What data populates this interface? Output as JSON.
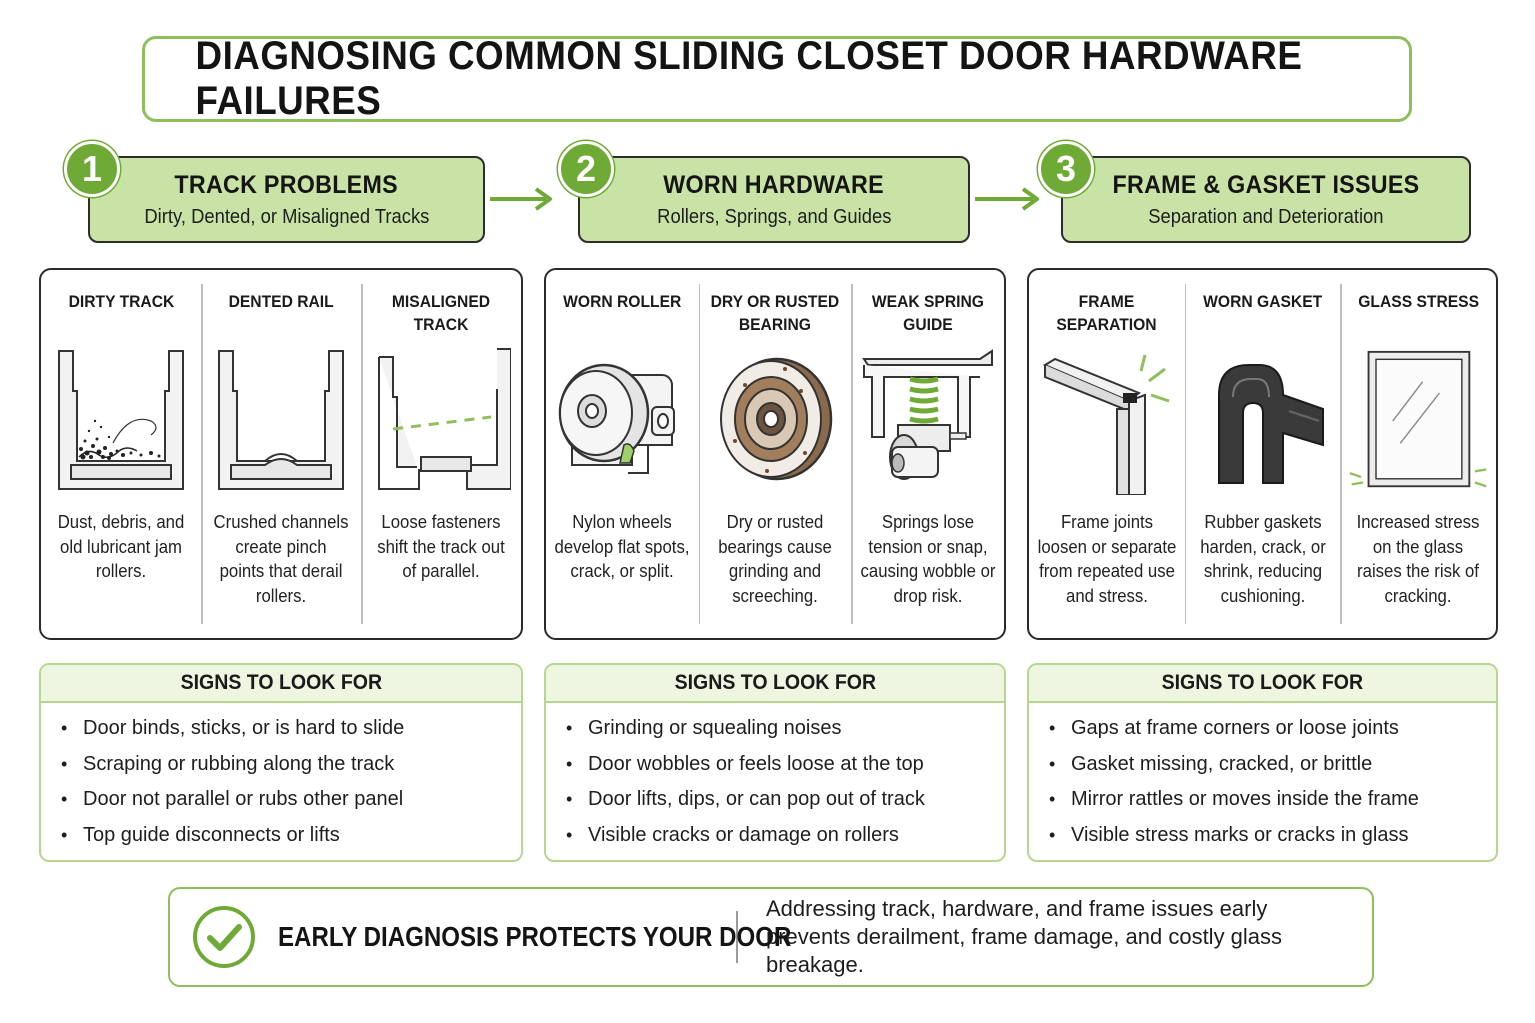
{
  "title": "DIAGNOSING COMMON SLIDING CLOSET DOOR HARDWARE FAILURES",
  "colors": {
    "accent_green": "#6faa36",
    "header_fill": "#c9e3a6",
    "border_green": "#8dc05a",
    "dark": "#2a2a2a"
  },
  "steps": [
    {
      "number": "1",
      "title": "TRACK PROBLEMS",
      "subtitle": "Dirty, Dented, or Misaligned Tracks",
      "items": [
        {
          "title": "DIRTY TRACK",
          "icon": "dirty-track-icon",
          "desc": "Dust, debris, and old lubricant jam rollers."
        },
        {
          "title": "DENTED RAIL",
          "icon": "dented-rail-icon",
          "desc": "Crushed channels create pinch points that derail rollers."
        },
        {
          "title": "MISALIGNED TRACK",
          "icon": "misaligned-track-icon",
          "desc": "Loose fasteners shift the track out of parallel."
        }
      ],
      "signs_title": "SIGNS TO LOOK FOR",
      "signs": [
        "Door binds, sticks, or is hard to slide",
        "Scraping or rubbing along the track",
        "Door not parallel or rubs other panel",
        "Top guide disconnects or lifts"
      ]
    },
    {
      "number": "2",
      "title": "WORN HARDWARE",
      "subtitle": "Rollers, Springs, and Guides",
      "items": [
        {
          "title": "WORN ROLLER",
          "icon": "worn-roller-icon",
          "desc": "Nylon wheels develop flat spots, crack, or split."
        },
        {
          "title": "DRY OR RUSTED\nBEARING",
          "icon": "rusted-bearing-icon",
          "desc": "Dry or rusted bearings cause grinding and screeching."
        },
        {
          "title": "WEAK SPRING\nGUIDE",
          "icon": "spring-guide-icon",
          "desc": "Springs lose tension or snap, causing wobble or drop risk."
        }
      ],
      "signs_title": "SIGNS TO LOOK FOR",
      "signs": [
        "Grinding or squealing noises",
        "Door wobbles or feels loose at the top",
        "Door lifts, dips, or can pop out of track",
        "Visible cracks or damage on rollers"
      ]
    },
    {
      "number": "3",
      "title": "FRAME & GASKET ISSUES",
      "subtitle": "Separation and Deterioration",
      "items": [
        {
          "title": "FRAME\nSEPARATION",
          "icon": "frame-separation-icon",
          "desc": "Frame joints loosen or separate from repeated use and stress."
        },
        {
          "title": "WORN GASKET",
          "icon": "worn-gasket-icon",
          "desc": "Rubber gaskets harden, crack, or shrink, reducing cushioning."
        },
        {
          "title": "GLASS STRESS",
          "icon": "glass-stress-icon",
          "desc": "Increased stress on the glass raises the risk of cracking."
        }
      ],
      "signs_title": "SIGNS TO LOOK FOR",
      "signs": [
        "Gaps at frame corners or loose joints",
        "Gasket missing, cracked, or brittle",
        "Mirror rattles or moves inside the frame",
        "Visible stress marks or cracks in glass"
      ]
    }
  ],
  "footer": {
    "icon": "checkmark-icon",
    "heading": "EARLY DIAGNOSIS PROTECTS YOUR DOOR",
    "text": "Addressing track, hardware, and frame issues early prevents derailment, frame damage, and costly glass breakage."
  }
}
